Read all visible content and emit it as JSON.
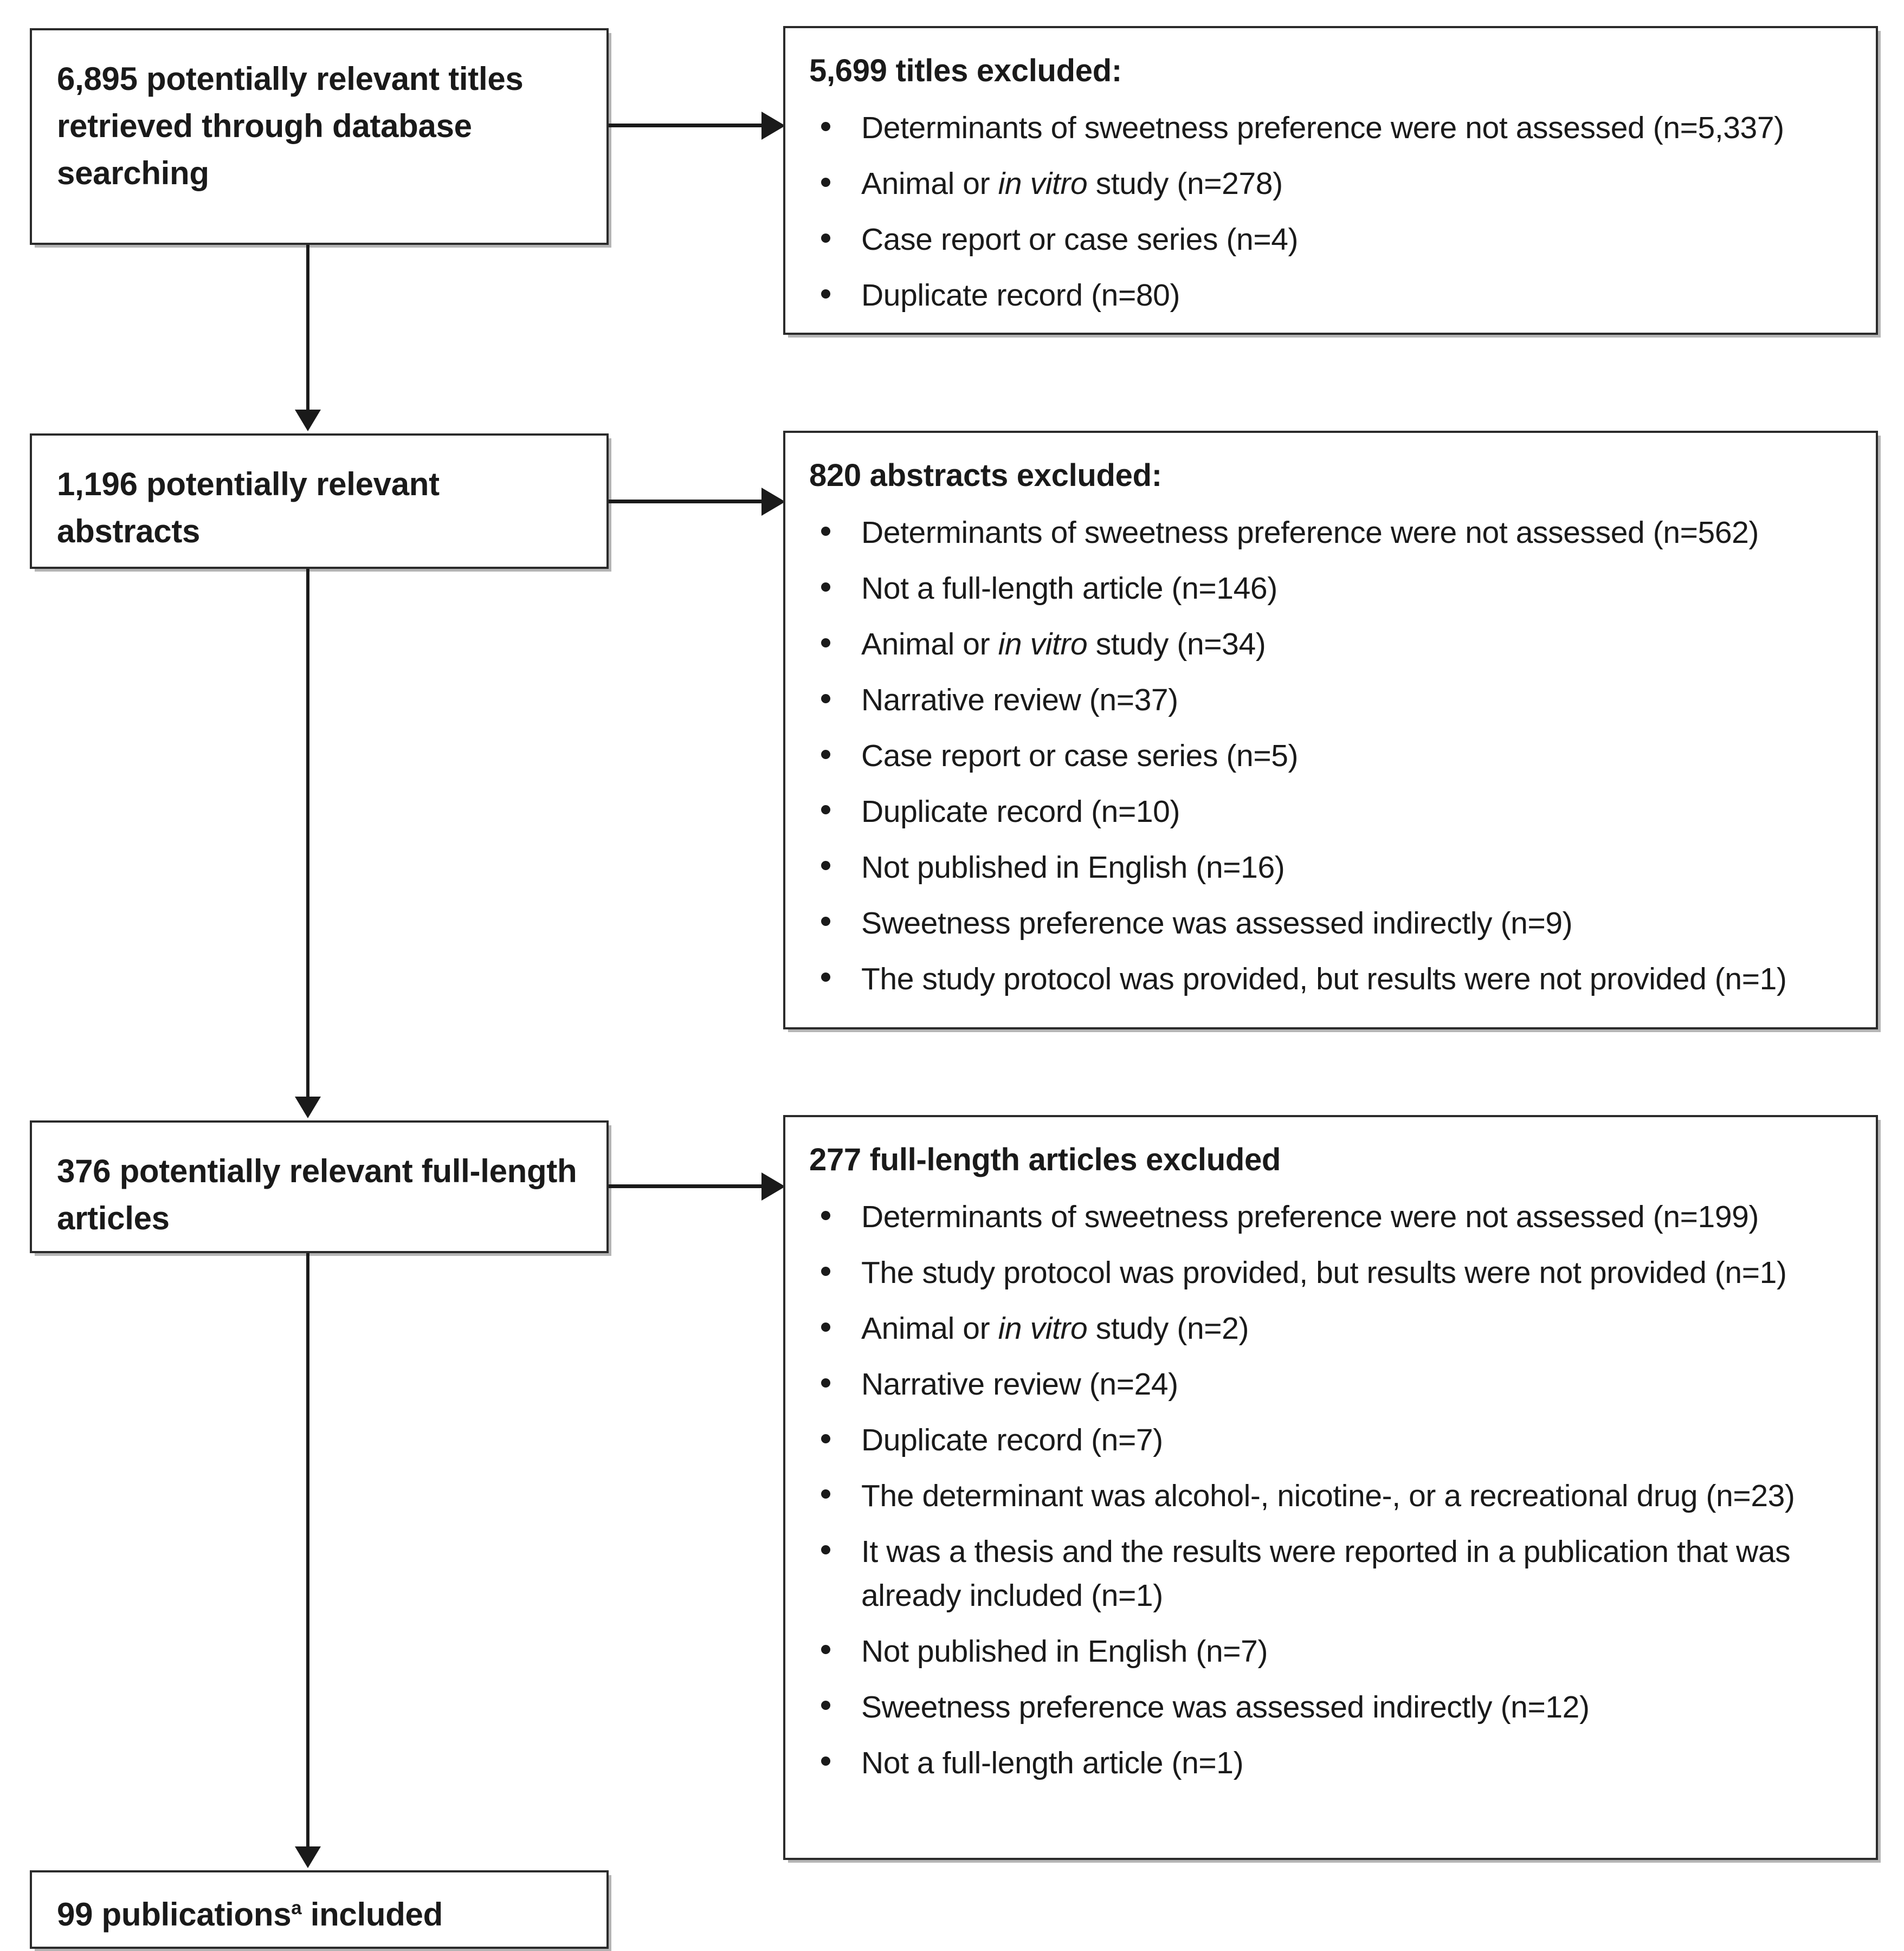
{
  "diagram": {
    "type": "prisma-flow-diagram",
    "stages": [
      {
        "id": "titles",
        "text": "6,895 potentially relevant titles retrieved through database searching"
      },
      {
        "id": "abstracts",
        "text": "1,196 potentially relevant abstracts"
      },
      {
        "id": "full-length-articles",
        "text": "376 potentially relevant full-length articles"
      },
      {
        "id": "included",
        "text_before_sup": "99 publications",
        "sup": "a",
        "text_after_sup": " included"
      }
    ],
    "exclusions": [
      {
        "id": "titles-excluded",
        "header": "5,699 titles excluded:",
        "items": [
          {
            "pre": "Determinants of sweetness preference were not assessed (n=5,337)",
            "italic": "",
            "post": ""
          },
          {
            "pre": "Animal or ",
            "italic": "in vitro",
            "post": " study (n=278)"
          },
          {
            "pre": "Case report or case series (n=4)",
            "italic": "",
            "post": ""
          },
          {
            "pre": "Duplicate record (n=80)",
            "italic": "",
            "post": ""
          }
        ]
      },
      {
        "id": "abstracts-excluded",
        "header": "820 abstracts excluded:",
        "items": [
          {
            "pre": "Determinants of sweetness preference were not assessed (n=562)",
            "italic": "",
            "post": ""
          },
          {
            "pre": "Not a full-length article (n=146)",
            "italic": "",
            "post": ""
          },
          {
            "pre": "Animal or ",
            "italic": "in vitro",
            "post": " study (n=34)"
          },
          {
            "pre": "Narrative review (n=37)",
            "italic": "",
            "post": ""
          },
          {
            "pre": "Case report or case series (n=5)",
            "italic": "",
            "post": ""
          },
          {
            "pre": "Duplicate record (n=10)",
            "italic": "",
            "post": ""
          },
          {
            "pre": "Not published in English (n=16)",
            "italic": "",
            "post": ""
          },
          {
            "pre": "Sweetness preference was assessed indirectly (n=9)",
            "italic": "",
            "post": ""
          },
          {
            "pre": "The study protocol was provided, but results were not provided (n=1)",
            "italic": "",
            "post": ""
          }
        ]
      },
      {
        "id": "full-length-articles-excluded",
        "header": "277 full-length articles excluded",
        "items": [
          {
            "pre": "Determinants of sweetness preference were not assessed (n=199)",
            "italic": "",
            "post": ""
          },
          {
            "pre": "The study protocol was provided, but results were not provided (n=1)",
            "italic": "",
            "post": ""
          },
          {
            "pre": "Animal or ",
            "italic": "in vitro",
            "post": " study (n=2)"
          },
          {
            "pre": "Narrative review (n=24)",
            "italic": "",
            "post": ""
          },
          {
            "pre": "Duplicate record (n=7)",
            "italic": "",
            "post": ""
          },
          {
            "pre": "The determinant was alcohol-, nicotine-, or a recreational drug (n=23)",
            "italic": "",
            "post": ""
          },
          {
            "pre": "It was a thesis and the results were reported in a publication that was already included (n=1)",
            "italic": "",
            "post": ""
          },
          {
            "pre": "Not published in English (n=7)",
            "italic": "",
            "post": ""
          },
          {
            "pre": "Sweetness preference was assessed indirectly (n=12)",
            "italic": "",
            "post": ""
          },
          {
            "pre": "Not a full-length article (n=1)",
            "italic": "",
            "post": ""
          }
        ]
      }
    ],
    "colors": {
      "box_border": "#2b2b2b",
      "text": "#1a1a1a",
      "connector": "#1a1a1a",
      "background": "#ffffff"
    }
  }
}
